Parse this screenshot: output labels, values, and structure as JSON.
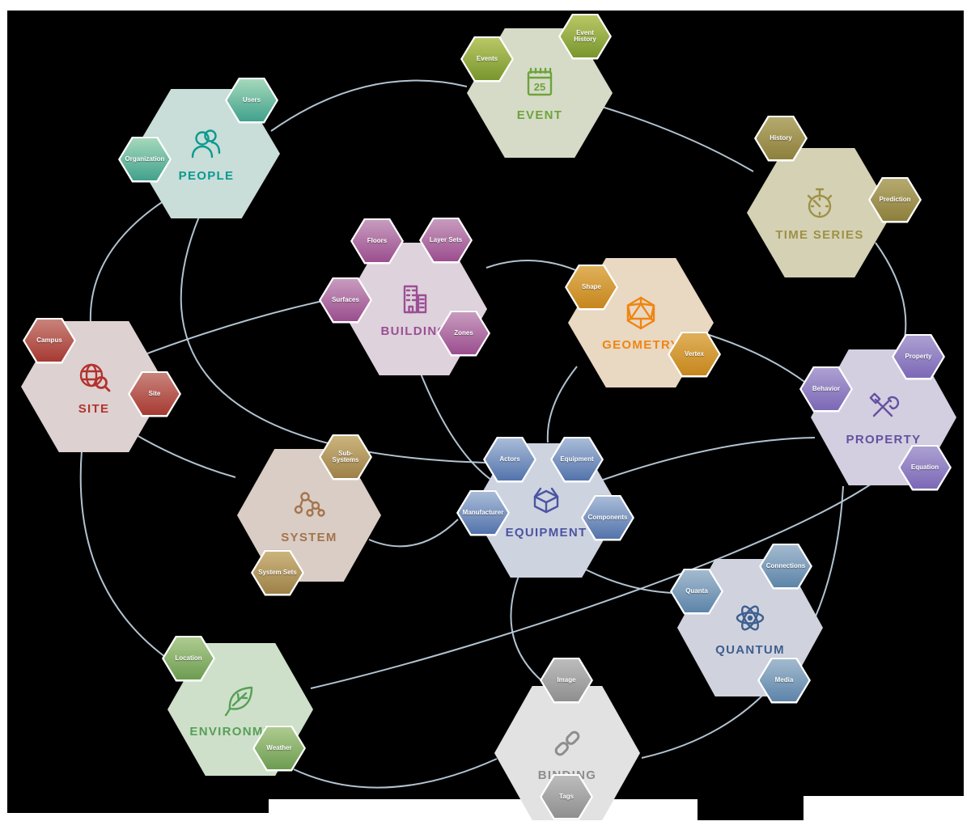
{
  "canvas": {
    "background": "#000000",
    "margin_color": "#ffffff",
    "edge_color": "#bccedb"
  },
  "nodes": [
    {
      "id": "people",
      "label": "PEOPLE",
      "accent": "#0a9a8e",
      "fill": "#c9ddd9",
      "icon": "people-icon",
      "sat_grad": [
        "#a5d8bb",
        "#41a18c"
      ],
      "satellites": [
        {
          "id": "users",
          "label": "Users"
        },
        {
          "id": "organization",
          "label": "Organization"
        }
      ]
    },
    {
      "id": "event",
      "label": "EVENT",
      "accent": "#6ea33c",
      "fill": "#d5dbc7",
      "icon": "calendar-icon",
      "icon_text": "25",
      "sat_grad": [
        "#b8c765",
        "#79962e"
      ],
      "satellites": [
        {
          "id": "events",
          "label": "Events"
        },
        {
          "id": "event-history",
          "label": "Event History"
        }
      ]
    },
    {
      "id": "timeseries",
      "label": "TIME SERIES",
      "accent": "#9d9147",
      "fill": "#d5d1b4",
      "icon": "stopwatch-icon",
      "sat_grad": [
        "#b5aa6e",
        "#8d7f3c"
      ],
      "satellites": [
        {
          "id": "history",
          "label": "History"
        },
        {
          "id": "prediction",
          "label": "Prediction"
        }
      ]
    },
    {
      "id": "building",
      "label": "BUILDING",
      "accent": "#9b4f94",
      "fill": "#ded2dc",
      "icon": "building-icon",
      "sat_grad": [
        "#c79bbe",
        "#9b4e8e"
      ],
      "satellites": [
        {
          "id": "floors",
          "label": "Floors"
        },
        {
          "id": "layer-sets",
          "label": "Layer Sets"
        },
        {
          "id": "surfaces",
          "label": "Surfaces"
        },
        {
          "id": "zones",
          "label": "Zones"
        }
      ]
    },
    {
      "id": "geometry",
      "label": "GEOMETRY",
      "accent": "#ef8511",
      "fill": "#e9d8c2",
      "icon": "polyhedron-icon",
      "sat_grad": [
        "#dfb05a",
        "#c6861d"
      ],
      "satellites": [
        {
          "id": "shape",
          "label": "Shape"
        },
        {
          "id": "vertex",
          "label": "Vertex"
        }
      ]
    },
    {
      "id": "site",
      "label": "SITE",
      "accent": "#b2332e",
      "fill": "#ddd1d1",
      "icon": "globe-search-icon",
      "sat_grad": [
        "#c8837b",
        "#a63a32"
      ],
      "satellites": [
        {
          "id": "campus",
          "label": "Campus"
        },
        {
          "id": "site-sat",
          "label": "Site"
        }
      ]
    },
    {
      "id": "property",
      "label": "PROPERTY",
      "accent": "#6550a1",
      "fill": "#d3cfe0",
      "icon": "tools-icon",
      "sat_grad": [
        "#aca0d2",
        "#7c68b6"
      ],
      "satellites": [
        {
          "id": "property-sat",
          "label": "Property"
        },
        {
          "id": "behavior",
          "label": "Behavior"
        },
        {
          "id": "equation",
          "label": "Equation"
        }
      ]
    },
    {
      "id": "system",
      "label": "SYSTEM",
      "accent": "#a3744c",
      "fill": "#d9cdc5",
      "icon": "network-icon",
      "sat_grad": [
        "#cbb47c",
        "#9d8048"
      ],
      "satellites": [
        {
          "id": "sub-systems",
          "label": "Sub-Systems"
        },
        {
          "id": "system-sets",
          "label": "System Sets"
        }
      ]
    },
    {
      "id": "equipment",
      "label": "EQUIPMENT",
      "accent": "#4b55a1",
      "fill": "#ced3e0",
      "icon": "open-box-icon",
      "sat_grad": [
        "#a9bcd8",
        "#5373ab"
      ],
      "satellites": [
        {
          "id": "actors",
          "label": "Actors"
        },
        {
          "id": "equipment-sat",
          "label": "Equipment"
        },
        {
          "id": "manufacturer",
          "label": "Manufacturer"
        },
        {
          "id": "components",
          "label": "Components"
        }
      ]
    },
    {
      "id": "quantum",
      "label": "QUANTUM",
      "accent": "#3e5e8e",
      "fill": "#d0d3de",
      "icon": "atom-icon",
      "sat_grad": [
        "#a3bacf",
        "#5d84a8"
      ],
      "satellites": [
        {
          "id": "quanta",
          "label": "Quanta"
        },
        {
          "id": "connections",
          "label": "Connections"
        },
        {
          "id": "media",
          "label": "Media"
        }
      ]
    },
    {
      "id": "environment",
      "label": "ENVIRONMENT",
      "accent": "#55a057",
      "fill": "#cfe0ca",
      "icon": "leaf-icon",
      "sat_grad": [
        "#aecb90",
        "#6d9c51"
      ],
      "satellites": [
        {
          "id": "location",
          "label": "Location"
        },
        {
          "id": "weather",
          "label": "Weather"
        }
      ]
    },
    {
      "id": "binding",
      "label": "BINDING",
      "accent": "#8d8d8d",
      "fill": "#e2e2e2",
      "icon": "chain-link-icon",
      "sat_grad": [
        "#bcbcbc",
        "#8f8f8f"
      ],
      "satellites": [
        {
          "id": "image",
          "label": "Image"
        },
        {
          "id": "tags",
          "label": "Tags"
        }
      ]
    }
  ],
  "edges": [
    {
      "from": "people",
      "to": "event"
    },
    {
      "from": "event",
      "to": "timeseries"
    },
    {
      "from": "timeseries",
      "to": "property"
    },
    {
      "from": "people",
      "to": "site"
    },
    {
      "from": "site",
      "to": "building"
    },
    {
      "from": "site",
      "to": "system"
    },
    {
      "from": "site",
      "to": "environment"
    },
    {
      "from": "people",
      "to": "equipment"
    },
    {
      "from": "building",
      "to": "geometry"
    },
    {
      "from": "building",
      "to": "equipment"
    },
    {
      "from": "system",
      "to": "equipment"
    },
    {
      "from": "geometry",
      "to": "equipment"
    },
    {
      "from": "geometry",
      "to": "property"
    },
    {
      "from": "equipment",
      "to": "property"
    },
    {
      "from": "equipment",
      "to": "quantum"
    },
    {
      "from": "equipment",
      "to": "binding"
    },
    {
      "from": "environment",
      "to": "property"
    },
    {
      "from": "property",
      "to": "binding"
    },
    {
      "from": "environment",
      "to": "binding"
    }
  ]
}
